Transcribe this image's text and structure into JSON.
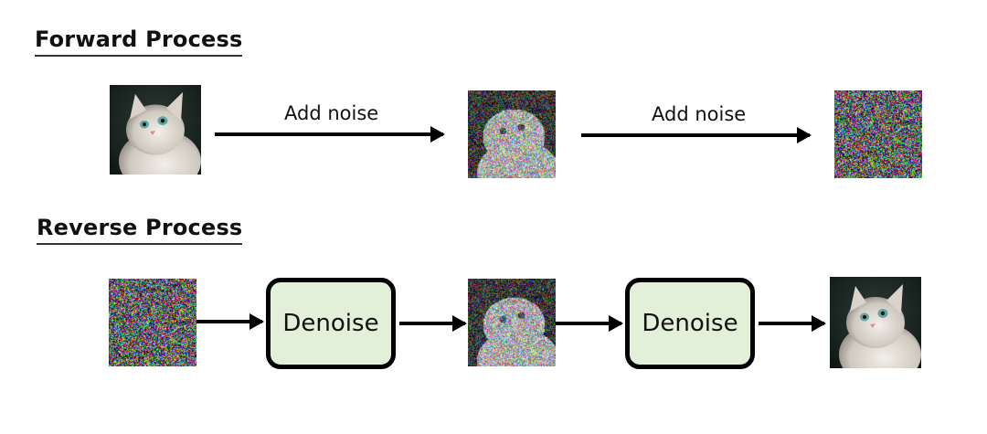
{
  "forward": {
    "title": "Forward Process",
    "steps": [
      {
        "kind": "clean-image",
        "description": "fluffy white cat looking up"
      },
      {
        "arrow_label": "Add noise"
      },
      {
        "kind": "partially-noisy-image",
        "noise_level": 0.6
      },
      {
        "arrow_label": "Add noise"
      },
      {
        "kind": "pure-noise-image",
        "noise_level": 1.0
      }
    ]
  },
  "reverse": {
    "title": "Reverse Process",
    "steps": [
      {
        "kind": "pure-noise-image",
        "noise_level": 1.0
      },
      {
        "box_label": "Denoise"
      },
      {
        "kind": "partially-noisy-image",
        "noise_level": 0.6
      },
      {
        "box_label": "Denoise"
      },
      {
        "kind": "clean-image",
        "description": "fluffy white cat looking up"
      }
    ]
  },
  "colors": {
    "denoise_box_fill": "#e2efd9",
    "arrow": "#000000",
    "title_underline": "#333333"
  }
}
